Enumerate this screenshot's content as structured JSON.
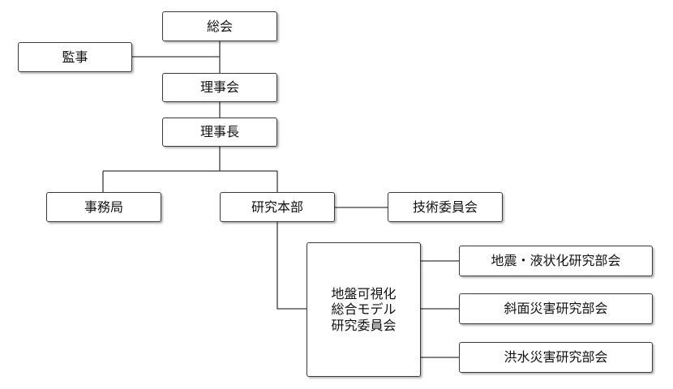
{
  "org_chart": {
    "general_assembly": "総会",
    "auditor": "監事",
    "board": "理事会",
    "chairman": "理事長",
    "secretariat": "事務局",
    "research_hq": "研究本部",
    "technical_committee": "技術委員会",
    "visualization_committee": [
      "地盤可視化",
      "総合モデル",
      "研究委員会"
    ],
    "subcommittees": {
      "liquefaction": "地震・液状化研究部会",
      "slope": "斜面災害研究部会",
      "flood": "洪水災害研究部会"
    }
  }
}
